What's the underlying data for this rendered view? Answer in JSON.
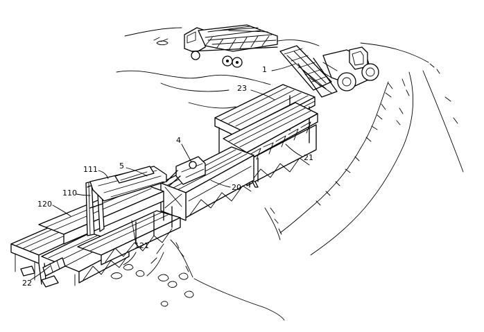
{
  "figure": {
    "callouts": [
      {
        "id": "c1",
        "label": "1"
      },
      {
        "id": "c23",
        "label": "23"
      },
      {
        "id": "c4",
        "label": "4"
      },
      {
        "id": "c21",
        "label": "21"
      },
      {
        "id": "c111",
        "label": "111"
      },
      {
        "id": "c5",
        "label": "5"
      },
      {
        "id": "c110",
        "label": "110"
      },
      {
        "id": "c20",
        "label": "20"
      },
      {
        "id": "c120",
        "label": "120"
      },
      {
        "id": "c121",
        "label": "121"
      },
      {
        "id": "c22",
        "label": "22"
      }
    ]
  },
  "colors": {
    "ink": "#000000",
    "paper": "#ffffff"
  }
}
